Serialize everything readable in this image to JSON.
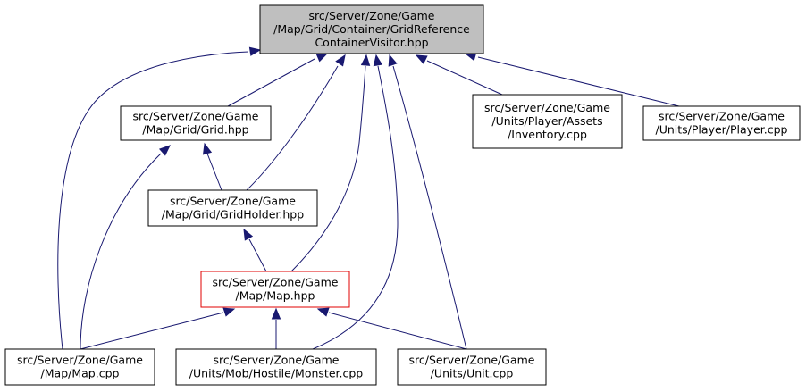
{
  "diagram": {
    "colors": {
      "edge": "#191970",
      "root_fill": "#bfbfbf",
      "highlight_border": "#e00000",
      "node_border": "#000000"
    },
    "nodes": [
      {
        "id": "visitor",
        "lines": [
          "src/Server/Zone/Game",
          "/Map/Grid/Container/GridReference",
          "ContainerVisitor.hpp"
        ],
        "style": "root"
      },
      {
        "id": "grid",
        "lines": [
          "src/Server/Zone/Game",
          "/Map/Grid/Grid.hpp"
        ],
        "style": "normal"
      },
      {
        "id": "inventory",
        "lines": [
          "src/Server/Zone/Game",
          "/Units/Player/Assets",
          "/Inventory.cpp"
        ],
        "style": "normal"
      },
      {
        "id": "player",
        "lines": [
          "src/Server/Zone/Game",
          "/Units/Player/Player.cpp"
        ],
        "style": "normal"
      },
      {
        "id": "gridholder",
        "lines": [
          "src/Server/Zone/Game",
          "/Map/Grid/GridHolder.hpp"
        ],
        "style": "normal"
      },
      {
        "id": "maphpp",
        "lines": [
          "src/Server/Zone/Game",
          "/Map/Map.hpp"
        ],
        "style": "highlight"
      },
      {
        "id": "mapcpp",
        "lines": [
          "src/Server/Zone/Game",
          "/Map/Map.cpp"
        ],
        "style": "normal"
      },
      {
        "id": "monster",
        "lines": [
          "src/Server/Zone/Game",
          "/Units/Mob/Hostile/Monster.cpp"
        ],
        "style": "normal"
      },
      {
        "id": "unit",
        "lines": [
          "src/Server/Zone/Game",
          "/Units/Unit.cpp"
        ],
        "style": "normal"
      }
    ],
    "edges": [
      {
        "from": "grid",
        "to": "visitor"
      },
      {
        "from": "gridholder",
        "to": "visitor"
      },
      {
        "from": "maphpp",
        "to": "visitor"
      },
      {
        "from": "mapcpp",
        "to": "visitor"
      },
      {
        "from": "monster",
        "to": "visitor"
      },
      {
        "from": "unit",
        "to": "visitor"
      },
      {
        "from": "inventory",
        "to": "visitor"
      },
      {
        "from": "player",
        "to": "visitor"
      },
      {
        "from": "gridholder",
        "to": "grid"
      },
      {
        "from": "mapcpp",
        "to": "grid"
      },
      {
        "from": "maphpp",
        "to": "gridholder"
      },
      {
        "from": "mapcpp",
        "to": "maphpp"
      },
      {
        "from": "monster",
        "to": "maphpp"
      },
      {
        "from": "unit",
        "to": "maphpp"
      }
    ]
  }
}
